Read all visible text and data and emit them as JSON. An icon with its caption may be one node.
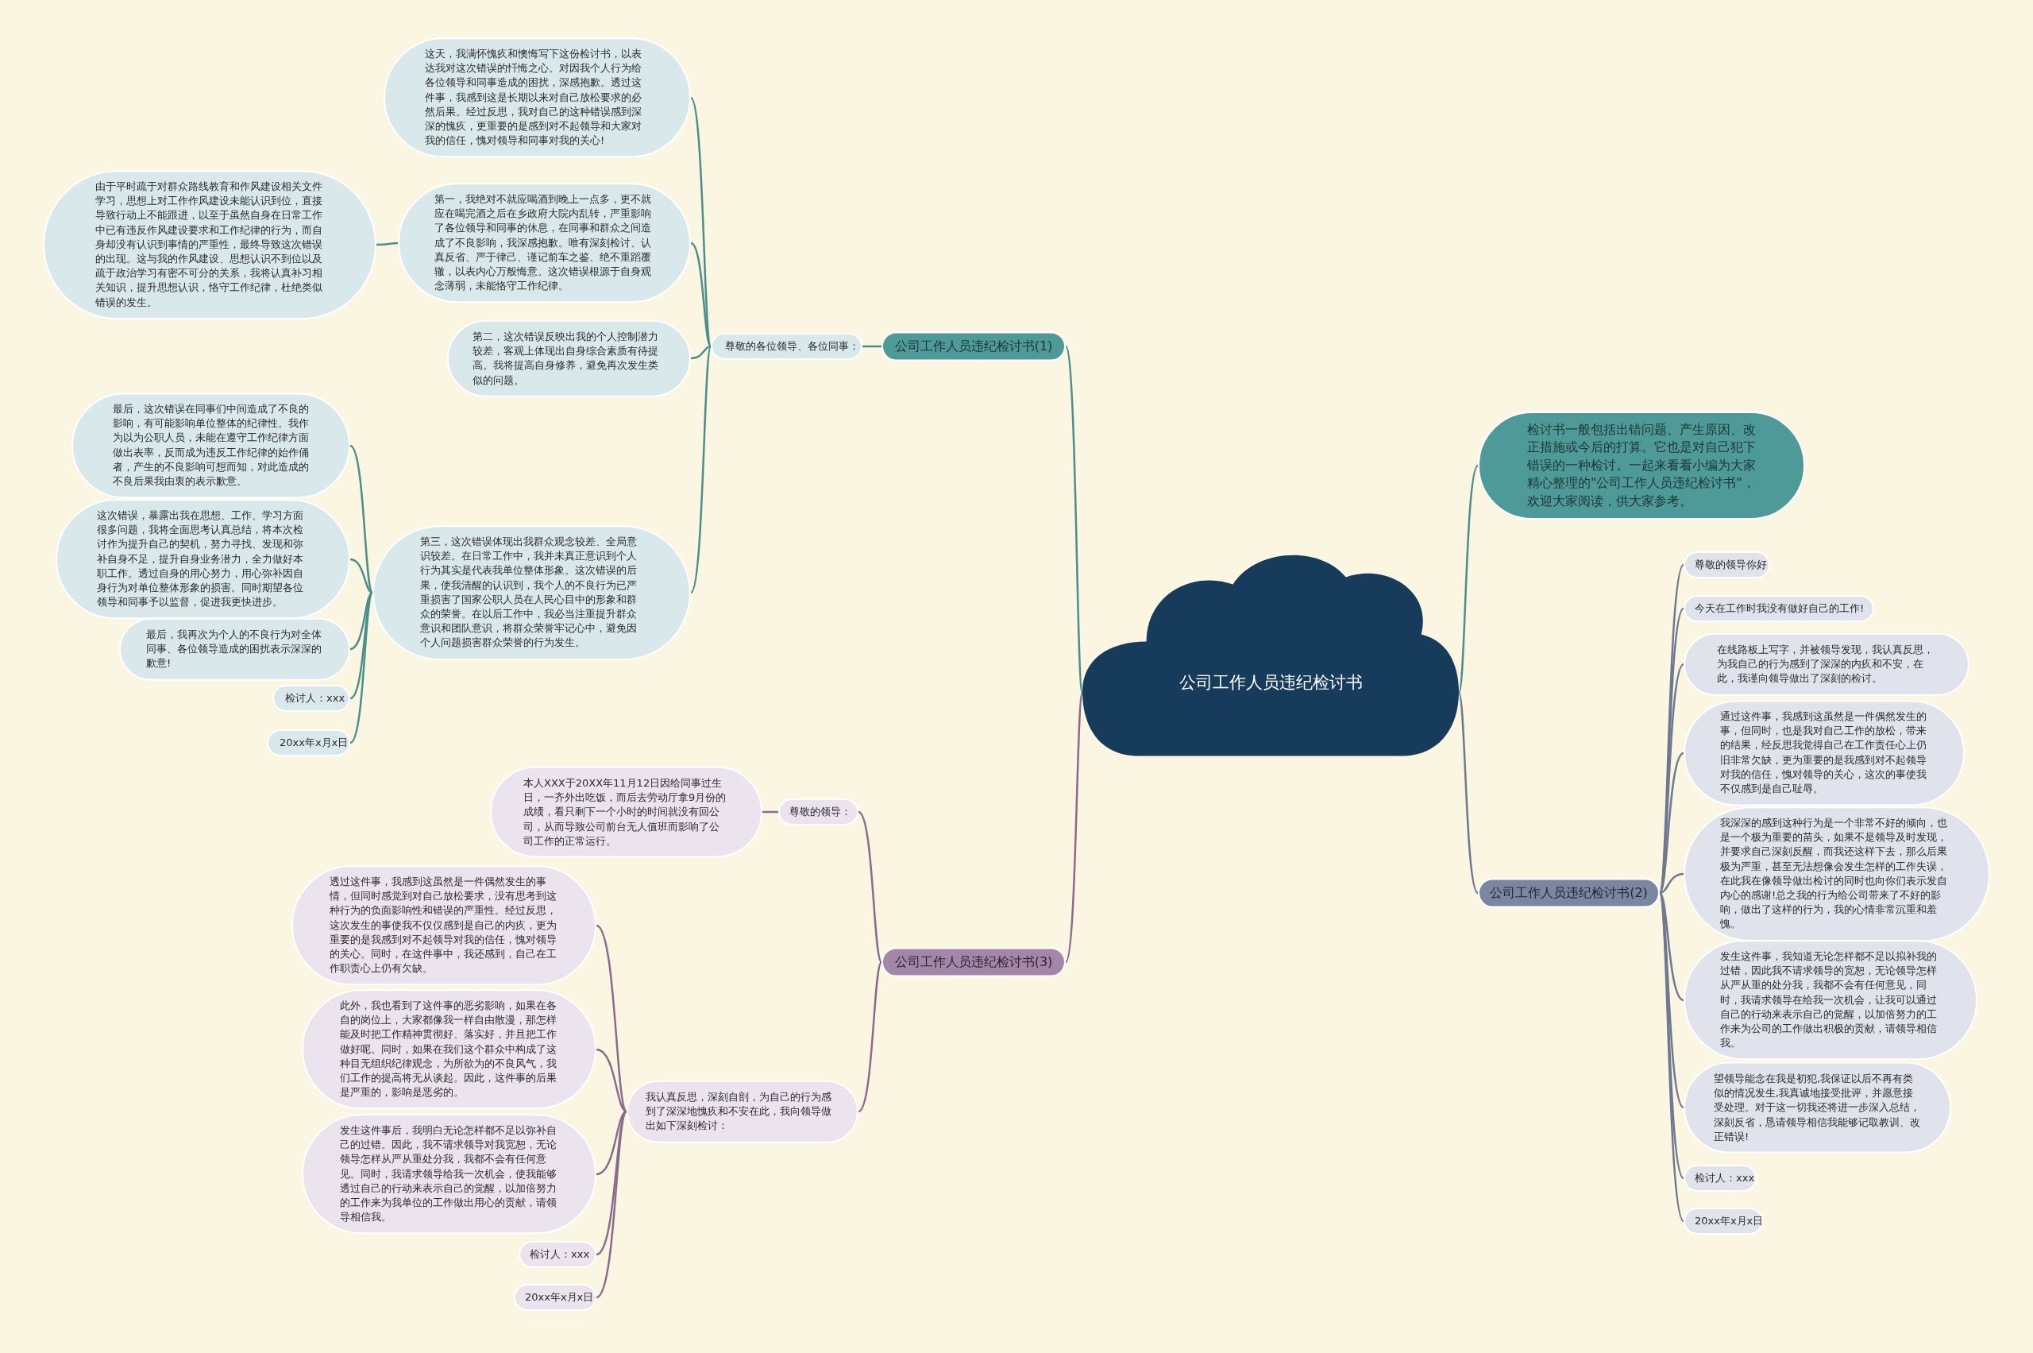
{
  "diagram": {
    "nodes": [
      {
        "text": [
          "公司工作人员违纪检讨书"
        ]
      },
      {
        "text": [
          "公司工作人员违纪检讨书(1)"
        ]
      },
      {
        "text": [
          "尊敬的各位领导、各位同事："
        ]
      },
      {
        "text": [
          "这天，我满怀愧疚和懊悔写下这份检讨书，以表达我对这次错误的忏悔之心。对因我个人行为给各位领导和同事造成的困扰，深感抱歉。透过这件事，我感到这是长期以来对自己放松要求的必然后果。经过反思，我对自己的这种错误感到深深的愧疚，更重要的是感到对不起领导和大家对我的信任，愧对领导和同事对我的关心!"
        ]
      },
      {
        "text": [
          "第一，我绝对不就应喝酒到晚上一点多，更不就应在喝完酒之后在乡政府大院内乱转，严重影响了各位领导和同事的休息，在同事和群众之间造成了不良影响，我深感抱歉。唯有深刻检讨、认真反省、严于律己、谨记前车之鉴、绝不重蹈覆辙，以表内心万般悔意。这次错误根源于自身观念薄弱，未能恪守工作纪律。"
        ]
      },
      {
        "text": [
          "由于平时疏于对群众路线教育和作风建设相关文件学习，思想上对工作作风建设未能认识到位，直接导致行动上不能跟进，以至于虽然自身在日常工作中已有违反作风建设要求和工作纪律的行为，而自身却没有认识到事情的严重性，最终导致这次错误的出现。这与我的作风建设、思想认识不到位以及疏于政治学习有密不可分的关系，我将认真补习相关知识，提升思想认识，恪守工作纪律，杜绝类似错误的发生。"
        ]
      },
      {
        "text": [
          "第二，这次错误反映出我的个人控制潜力较差，客观上体现出自身综合素质有待提高。我将提高自身修养，避免再次发生类似的问题。"
        ]
      },
      {
        "text": [
          "第三，这次错误体现出我群众观念较差、全局意识较差。在日常工作中，我并未真正意识到个人行为其实是代表我单位整体形象。这次错误的后果，使我清醒的认识到，我个人的不良行为已严重损害了国家公职人员在人民心目中的形象和群众的荣誉。在以后工作中，我必当注重提升群众意识和团队意识，将群众荣誉牢记心中，避免因个人问题损害群众荣誉的行为发生。"
        ]
      },
      {
        "text": [
          "最后，这次错误在同事们中间造成了不良的影响，有可能影响单位整体的纪律性。我作为以为公职人员，未能在遵守工作纪律方面做出表率，反而成为违反工作纪律的始作俑者，产生的不良影响可想而知，对此造成的不良后果我由衷的表示歉意。"
        ]
      },
      {
        "text": [
          "这次错误，暴露出我在思想、工作、学习方面很多问题，我将全面思考认真总结，将本次检讨作为提升自己的契机，努力寻找、发现和弥补自身不足，提升自身业务潜力，全力做好本职工作。透过自身的用心努力，用心弥补因自身行为对单位整体形象的损害。同时期望各位领导和同事予以监督，促进我更快进步。"
        ]
      },
      {
        "text": [
          "最后，我再次为个人的不良行为对全体同事、各位领导造成的困扰表示深深的歉意!"
        ]
      },
      {
        "text": [
          "检讨人：xxx"
        ]
      },
      {
        "text": [
          "20xx年x月x日"
        ]
      },
      {
        "text": [
          "检讨书一般包括出错问题、产生原因、改正措施或今后的打算。它也是对自己犯下错误的一种检讨。一起来看看小编为大家精心整理的\"公司工作人员违纪检讨书\"，欢迎大家阅读，供大家参考。"
        ]
      },
      {
        "text": [
          "公司工作人员违纪检讨书(2)"
        ]
      },
      {
        "text": [
          "尊敬的领导你好"
        ]
      },
      {
        "text": [
          "今天在工作时我没有做好自己的工作!"
        ]
      },
      {
        "text": [
          "在线路板上写字，并被领导发现，我认真反思，为我自己的行为感到了深深的内疚和不安，在此，我谨向领导做出了深刻的检讨。"
        ]
      },
      {
        "text": [
          "通过这件事，我感到这虽然是一件偶然发生的事，但同时，也是我对自己工作的放松，带来的结果，经反思我觉得自己在工作责任心上仍旧非常欠缺，更为重要的是我感到对不起领导对我的信任，愧对领导的关心，这次的事使我不仅感到是自己耻辱。"
        ]
      },
      {
        "text": [
          "我深深的感到这种行为是一个非常不好的倾向，也是一个极为重要的苗头，如果不是领导及时发现，并要求自己深刻反醒，而我还这样下去，那么后果极为严重，甚至无法想像会发生怎样的工作失误，在此我在像领导做出检讨的同时也向你们表示发自内心的感谢!总之我的行为给公司带来了不好的影响，做出了这样的行为，我的心情非常沉重和羞愧。"
        ]
      },
      {
        "text": [
          "发生这件事，我知道无论怎样都不足以拟补我的过错，因此我不请求领导的宽恕，无论领导怎样从严从重的处分我，我都不会有任何意见，同时，我请求领导在给我一次机会，让我可以通过自己的行动来表示自己的觉醒，以加倍努力的工作来为公司的工作做出积极的贡献，请领导相信我。"
        ]
      },
      {
        "text": [
          "望领导能念在我是初犯,我保证以后不再有类似的情况发生,我真诚地接受批评，并愿意接受处理。对于这一切我还将进一步深入总结，深刻反省，恳请领导相信我能够记取教训、改正错误!"
        ]
      },
      {
        "text": [
          "检讨人：xxx"
        ]
      },
      {
        "text": [
          "20xx年x月x日"
        ]
      },
      {
        "text": [
          "公司工作人员违纪检讨书(3)"
        ]
      },
      {
        "text": [
          "尊敬的领导："
        ]
      },
      {
        "text": [
          "本人XXX于20XX年11月12日因给同事过生日，一齐外出吃饭，而后去劳动厅拿9月份的成绩，看只剩下一个小时的时间就没有回公司，从而导致公司前台无人值班而影响了公司工作的正常运行。"
        ]
      },
      {
        "text": [
          "我认真反思，深刻自剖，为自己的行为感到了深深地愧疚和不安在此，我向领导做出如下深刻检讨："
        ]
      },
      {
        "text": [
          "透过这件事，我感到这虽然是一件偶然发生的事情，但同时感觉到对自己放松要求，没有思考到这种行为的负面影响性和错误的严重性。经过反思，这次发生的事使我不仅仅感到是自己的内疚，更为重要的是我感到对不起领导对我的信任，愧对领导的关心。同时，在这件事中，我还感到，自己在工作职责心上仍有欠缺。"
        ]
      },
      {
        "text": [
          "此外，我也看到了这件事的恶劣影响，如果在各自的岗位上，大家都像我一样自由散漫，那怎样能及时把工作精神贯彻好、落实好，并且把工作做好呢。同时，如果在我们这个群众中构成了这种目无组织纪律观念，为所欲为的不良风气，我们工作的提高将无从谈起。因此，这件事的后果是严重的，影响是恶劣的。"
        ]
      },
      {
        "text": [
          "发生这件事后，我明白无论怎样都不足以弥补自己的过错。因此，我不请求领导对我宽恕，无论领导怎样从严从重处分我，我都不会有任何意见。同时，我请求领导给我一次机会，使我能够透过自己的行动来表示自己的觉醒，以加倍努力的工作来为我单位的工作做出用心的贡献，请领导相信我。"
        ]
      },
      {
        "text": [
          "检讨人：xxx"
        ]
      },
      {
        "text": [
          "20xx年x月x日"
        ]
      }
    ],
    "edges": [
      {
        "from": 0,
        "to": 1,
        "arrow": "none"
      },
      {
        "from": 1,
        "to": 2,
        "arrow": "none"
      },
      {
        "from": 2,
        "to": 3,
        "arrow": "none"
      },
      {
        "from": 2,
        "to": 4,
        "arrow": "none"
      },
      {
        "from": 4,
        "to": 5,
        "arrow": "none"
      },
      {
        "from": 2,
        "to": 6,
        "arrow": "none"
      },
      {
        "from": 2,
        "to": 7,
        "arrow": "none"
      },
      {
        "from": 7,
        "to": 8,
        "arrow": "none"
      },
      {
        "from": 7,
        "to": 9,
        "arrow": "none"
      },
      {
        "from": 7,
        "to": 10,
        "arrow": "none"
      },
      {
        "from": 7,
        "to": 11,
        "arrow": "none"
      },
      {
        "from": 7,
        "to": 12,
        "arrow": "none"
      },
      {
        "from": 0,
        "to": 13,
        "arrow": "none"
      },
      {
        "from": 0,
        "to": 14,
        "arrow": "none",
        "color": "#6e7891"
      },
      {
        "from": 14,
        "to": 15,
        "arrow": "none",
        "color": "#6e7891"
      },
      {
        "from": 14,
        "to": 16,
        "arrow": "none",
        "color": "#6e7891"
      },
      {
        "from": 14,
        "to": 17,
        "arrow": "none",
        "color": "#6e7891"
      },
      {
        "from": 14,
        "to": 18,
        "arrow": "none",
        "color": "#6e7891"
      },
      {
        "from": 14,
        "to": 19,
        "arrow": "none",
        "color": "#6e7891"
      },
      {
        "from": 14,
        "to": 20,
        "arrow": "none",
        "color": "#6e7891"
      },
      {
        "from": 14,
        "to": 21,
        "arrow": "none",
        "color": "#6e7891"
      },
      {
        "from": 14,
        "to": 22,
        "arrow": "none",
        "color": "#6e7891"
      },
      {
        "from": 14,
        "to": 23,
        "arrow": "none",
        "color": "#6e7891"
      },
      {
        "from": 0,
        "to": 24,
        "arrow": "none",
        "color": "#8a6a8f"
      },
      {
        "from": 24,
        "to": 25,
        "arrow": "none",
        "color": "#8a6a8f"
      },
      {
        "from": 25,
        "to": 26,
        "arrow": "none",
        "color": "#8a6a8f"
      },
      {
        "from": 24,
        "to": 27,
        "arrow": "none",
        "color": "#8a6a8f"
      },
      {
        "from": 27,
        "to": 28,
        "arrow": "none",
        "color": "#8a6a8f"
      },
      {
        "from": 27,
        "to": 29,
        "arrow": "none",
        "color": "#8a6a8f"
      },
      {
        "from": 27,
        "to": 30,
        "arrow": "none",
        "color": "#8a6a8f"
      },
      {
        "from": 27,
        "to": 31,
        "arrow": "none",
        "color": "#8a6a8f"
      },
      {
        "from": 27,
        "to": 32,
        "arrow": "none",
        "color": "#8a6a8f"
      }
    ]
  }
}
